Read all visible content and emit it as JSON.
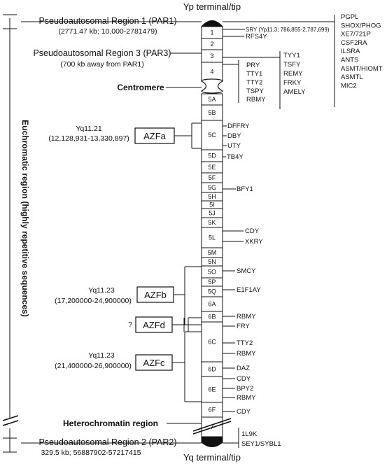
{
  "chromosome": {
    "top_label": "Yp terminal/tip",
    "bottom_label": "Yq terminal/tip",
    "bands": [
      "1",
      "2",
      "3",
      "4",
      "5A",
      "5B",
      "5C",
      "5D",
      "5E",
      "5F",
      "5G",
      "5H",
      "5I",
      "5J",
      "5K",
      "5L",
      "5M",
      "5N",
      "5O",
      "5P",
      "5Q",
      "6A",
      "6B",
      "6C",
      "6D",
      "6E",
      "6F",
      "7"
    ]
  },
  "regions": {
    "par1": {
      "name": "Pseudoautosomal Region 1 (PAR1)",
      "detail": "(2771.47 kb; 10,000-2781479)"
    },
    "par3": {
      "name": "Pseudoautosomal Region 3 (PAR3)",
      "detail": "(700 kb away from PAR1)"
    },
    "centromere": "Centromere",
    "heterochromatin": "Heterochromatin region",
    "par2": {
      "name": "Pseudoautosomal Region 2 (PAR2)",
      "detail": "329.5 kb; 56887902-57217415"
    },
    "euchromatic": "Euchromatic region (highly repetitive sequences)"
  },
  "azf": {
    "azfa": {
      "label": "AZFa",
      "locus": "Yq11.21",
      "range": "(12,128,931-13,330,897)"
    },
    "azfb": {
      "label": "AZFb",
      "locus": "Yq11.23",
      "range": "(17,200000-24,900000)"
    },
    "azfd": {
      "label": "AZFd",
      "prefix": "?"
    },
    "azfc": {
      "label": "AZFc",
      "locus": "Yq11.23",
      "range": "(21,400000-26,900000)"
    }
  },
  "par1_genes": [
    "PGPL",
    "SHOX/PHOG",
    "XE7/721P",
    "CSF2RA",
    "ILSRA",
    "ANTS",
    "ASMT/HIOMT",
    "ASMTL",
    "MIC2"
  ],
  "sry_label": "SRY (Yp11.3; 786,855-2,787,699)",
  "genes": {
    "rfs4y": "RFS4Y",
    "tyy_col": [
      "TYY1",
      "TSFY",
      "REMY",
      "FRKY",
      "AMELY"
    ],
    "pry_col": [
      "PRY",
      "TTY1",
      "TTY2",
      "TSPY",
      "RBMY"
    ],
    "azfa_genes": [
      "DFFRY",
      "DBY",
      "UTY"
    ],
    "tb4y": "TB4Y",
    "bfy1": "BFY1",
    "cdy_a": "CDY",
    "xkry": "XKRY",
    "smcy": "SMCY",
    "e1f1ay": "E1F1AY",
    "rbmy_a": "RBMY",
    "fry": "FRY",
    "tty2": "TTY2",
    "rbmy_b": "RBMY",
    "daz": "DAZ",
    "cdy_b": "CDY",
    "bpy2": "BPY2",
    "rbmy_c": "RBMY",
    "cdy_c": "CDY",
    "l9k": "1L9K",
    "sey1": "SEY1/SYBL1"
  }
}
